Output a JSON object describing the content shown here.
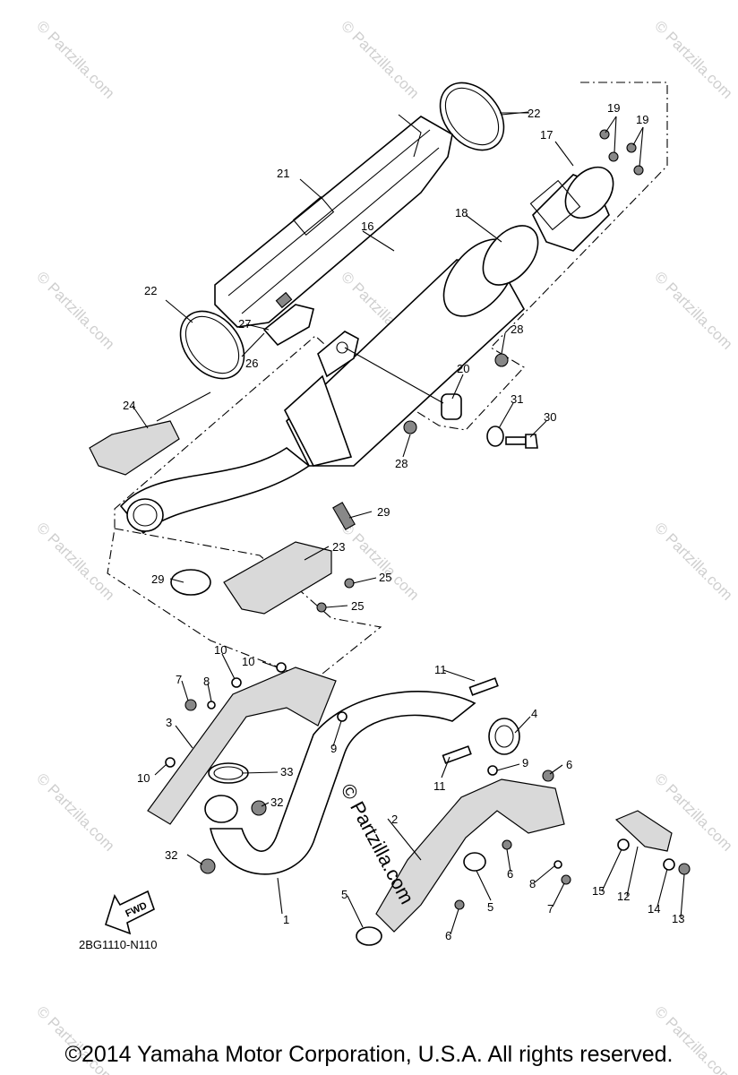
{
  "diagram_code": "2BG1110-N110",
  "copyright": "©2014 Yamaha Motor Corporation, U.S.A. All rights reserved.",
  "watermark": "© Partzilla.com",
  "fwd_label": "FWD",
  "callouts": [
    "1",
    "2",
    "3",
    "4",
    "5",
    "6",
    "7",
    "8",
    "9",
    "10",
    "11",
    "12",
    "13",
    "14",
    "15",
    "16",
    "17",
    "18",
    "19",
    "20",
    "21",
    "22",
    "23",
    "24",
    "25",
    "26",
    "27",
    "28",
    "29",
    "30",
    "31",
    "32",
    "33"
  ]
}
